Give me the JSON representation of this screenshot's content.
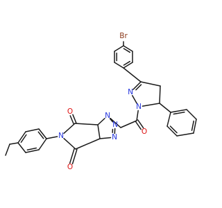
{
  "colors": {
    "bond": "#1a1a1a",
    "N": "#2233dd",
    "O": "#dd1111",
    "Br": "#8b3a1a",
    "C": "#1a1a1a"
  },
  "labels": {
    "br": "Br",
    "n_pz1": "N",
    "n_pz2": "N",
    "o_amide": "O",
    "n_tz1": "N",
    "n_tz2": "N",
    "n_tz3": "N",
    "n_imide": "N",
    "o_imide_top": "O",
    "o_imide_bot": "O"
  }
}
